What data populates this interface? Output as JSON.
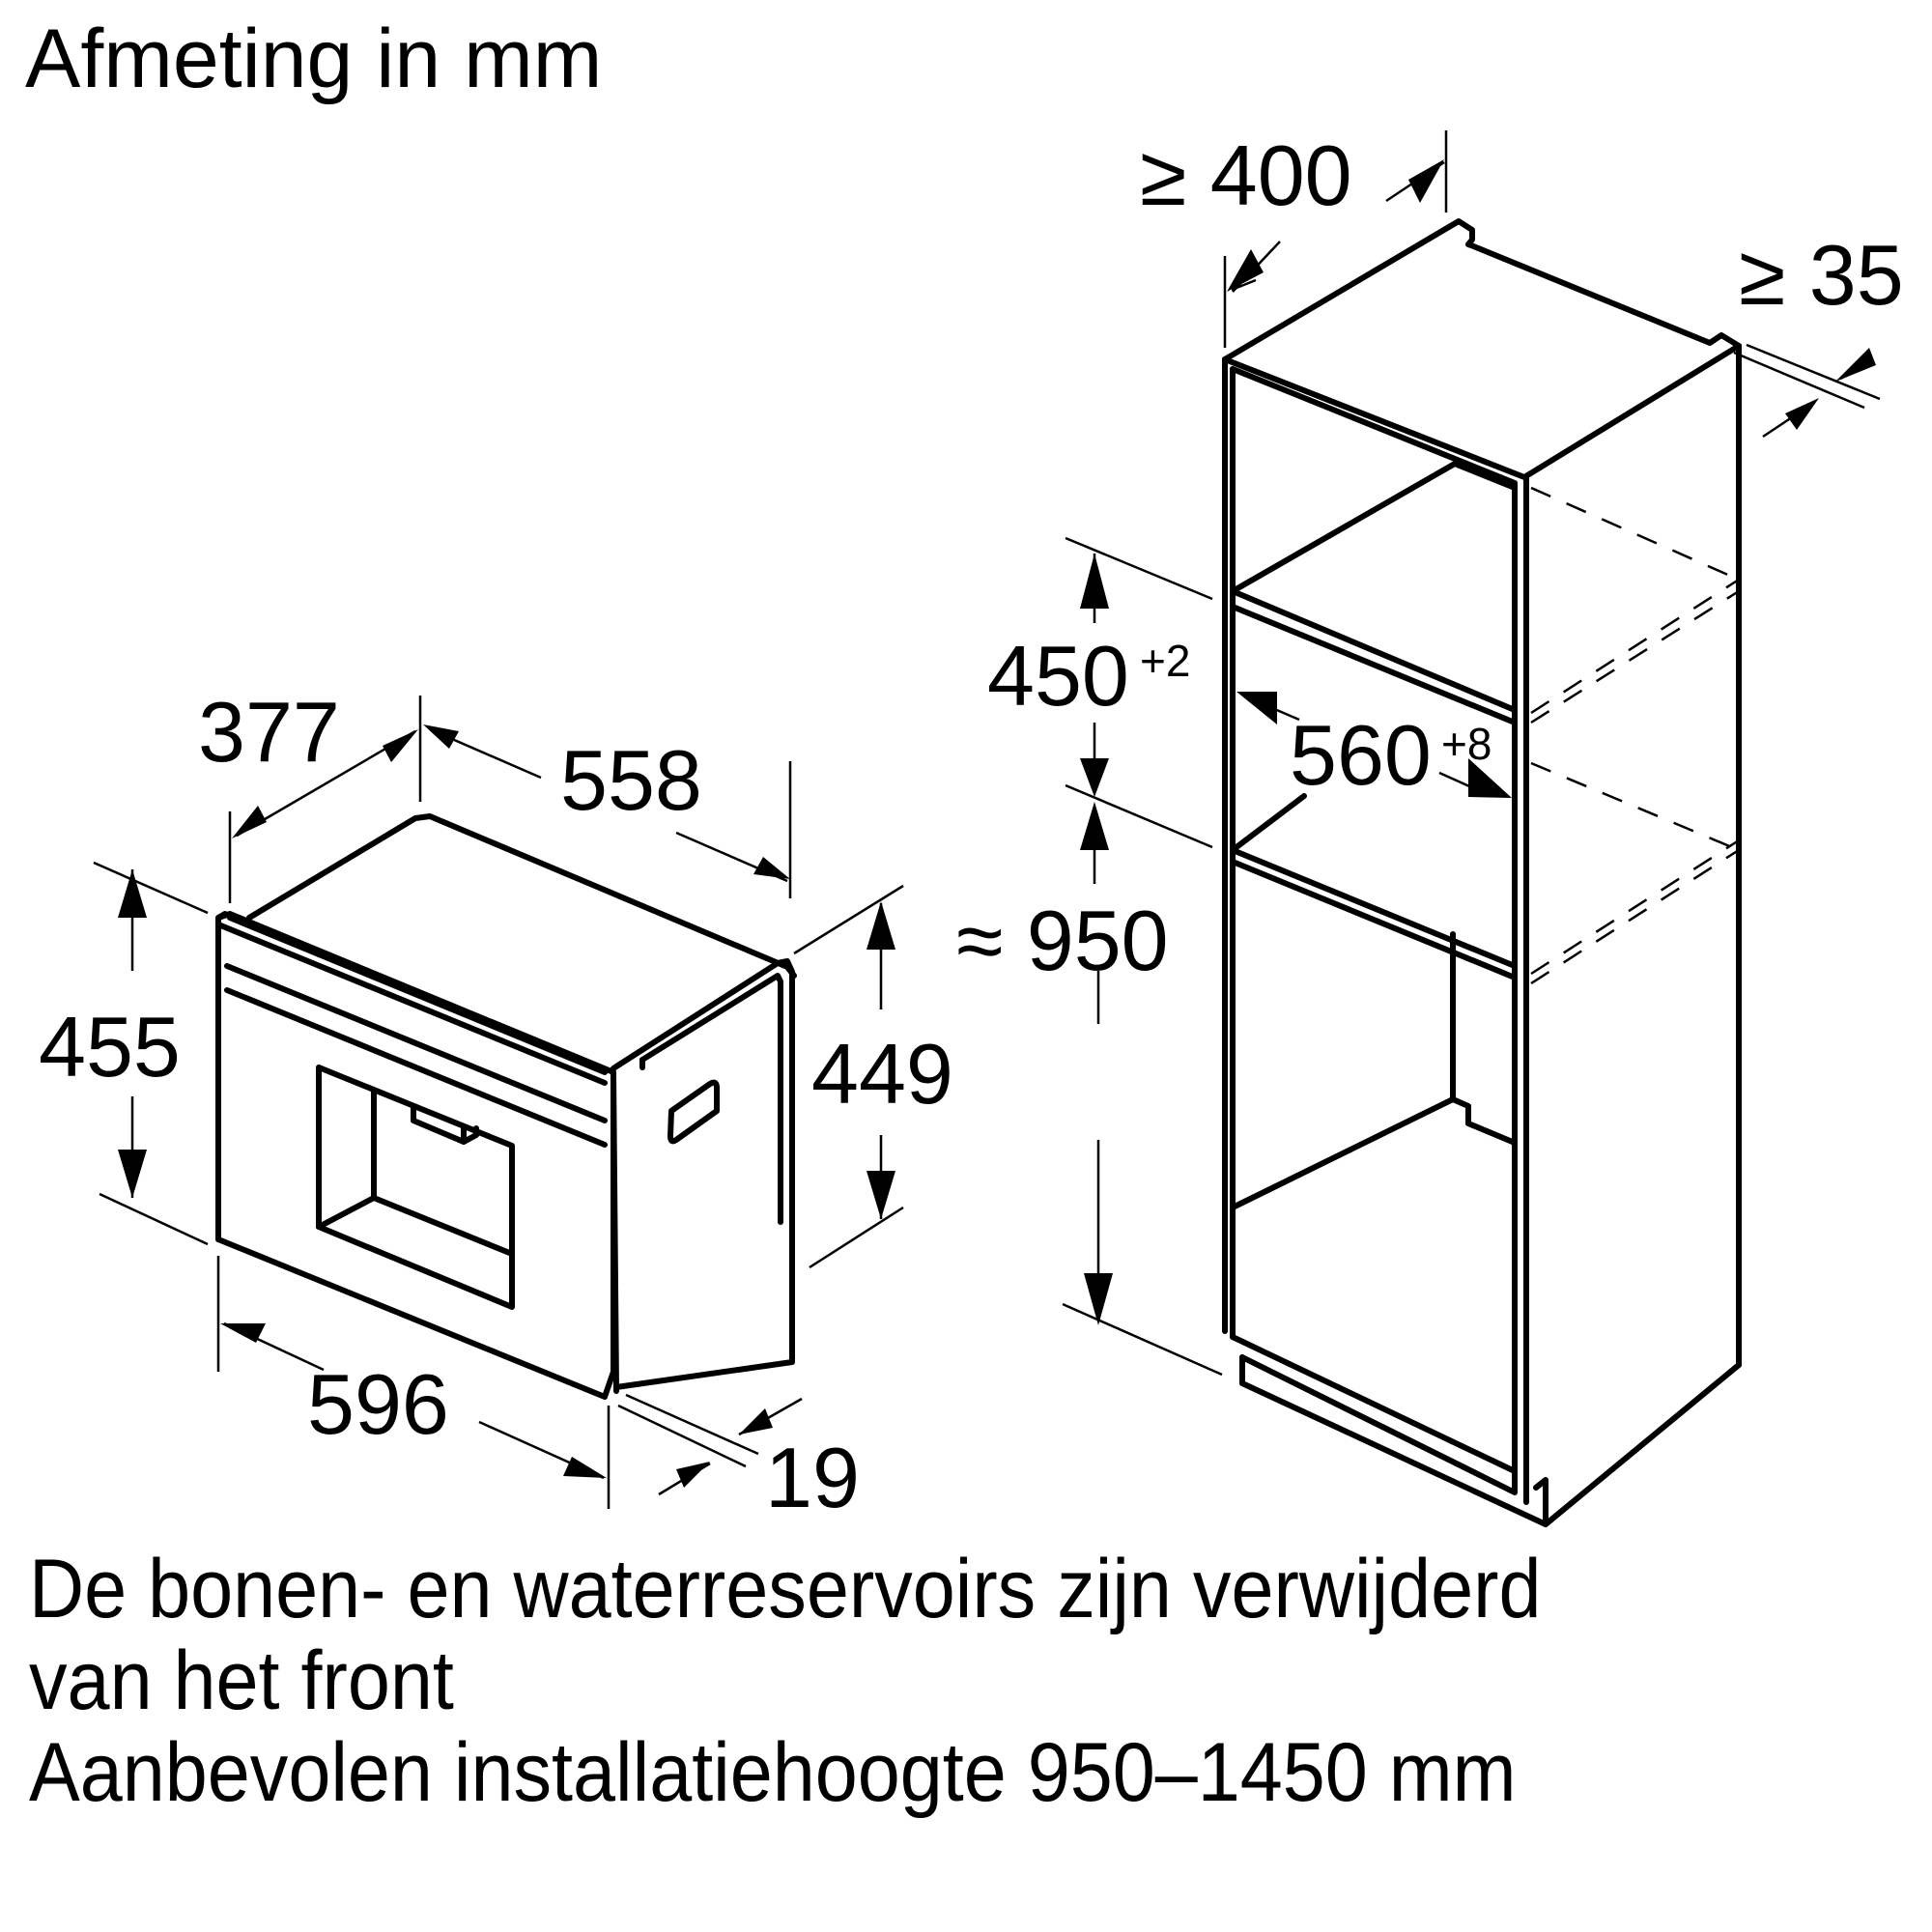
{
  "title": "Afmeting in mm",
  "appliance": {
    "depth_label": "377",
    "depth_total_label": "558",
    "height_front_label": "455",
    "height_body_label": "449",
    "width_label": "596",
    "front_thickness_label": "19"
  },
  "cabinet": {
    "depth_label": "≥ 400",
    "rear_gap_label": "≥ 35",
    "niche_height_label": "450",
    "niche_height_tolerance": "+2",
    "niche_width_label": "560",
    "niche_width_tolerance": "+8",
    "install_height_label": "≈ 950"
  },
  "notes": [
    "De bonen- en waterreservoirs zijn verwijderd",
    "van het front",
    "Aanbevolen installatiehoogte 950–1450 mm"
  ]
}
